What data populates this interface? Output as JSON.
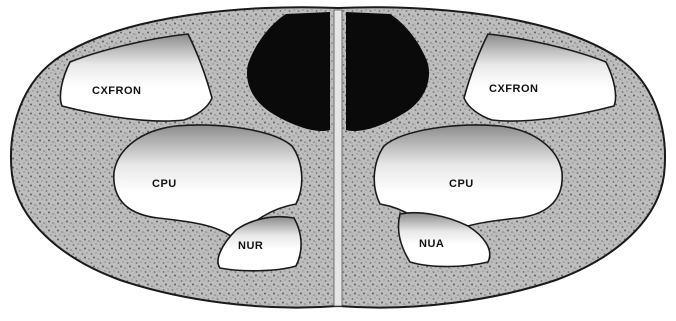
{
  "figure": {
    "type": "brain-coronal-section-schematic",
    "colors": {
      "background": "#ffffff",
      "tissue": "#bdbdbd",
      "tissue_speckle": "#6f6f6f",
      "ventricle": "#0a0a0a",
      "region_fill": "#ffffff",
      "outline": "#1a1a1a"
    }
  },
  "labels": {
    "cortex_left": "CXFRON",
    "cortex_right": "CXFRON",
    "cpu_left": "CPU",
    "cpu_right": "CPU",
    "nucleus_left": "NUR",
    "nucleus_right": "NUA"
  }
}
